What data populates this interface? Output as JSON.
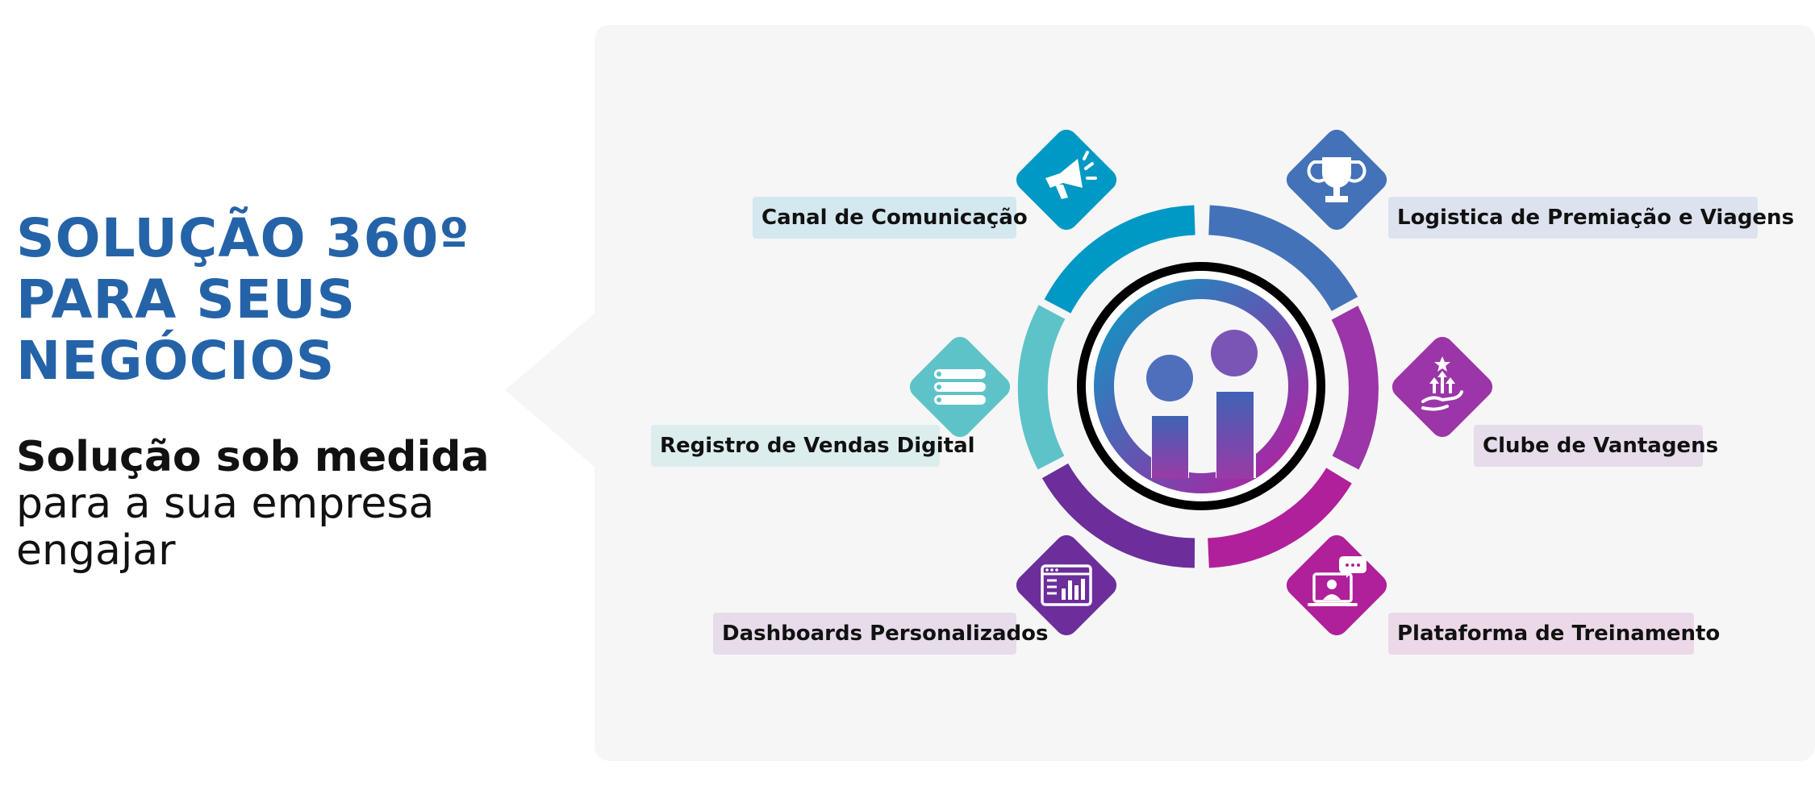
{
  "headline": {
    "lines": [
      "SOLUÇÃO 360º",
      "PARA SEUS",
      "NEGÓCIOS"
    ],
    "color": "#2563a8"
  },
  "subtitle": {
    "bold": "Solução sob medida",
    "regular_lines": [
      "para a sua empresa",
      "engajar"
    ]
  },
  "diagram": {
    "center_logo": "people-logo-icon",
    "features": [
      {
        "label": "Canal de Comunicação",
        "icon": "megaphone-icon",
        "color": "#0098c4"
      },
      {
        "label": "Logistica de Premiação e Viagens",
        "icon": "trophy-icon",
        "color": "#4472b8"
      },
      {
        "label": "Registro de Vendas Digital",
        "icon": "list-icon",
        "color": "#5ec3c8"
      },
      {
        "label": "Clube de Vantagens",
        "icon": "rewards-hand-icon",
        "color": "#9b35a8"
      },
      {
        "label": "Dashboards Personalizados",
        "icon": "dashboard-icon",
        "color": "#6b2e9b"
      },
      {
        "label": "Plataforma de Treinamento",
        "icon": "online-training-icon",
        "color": "#b0209a"
      }
    ]
  }
}
